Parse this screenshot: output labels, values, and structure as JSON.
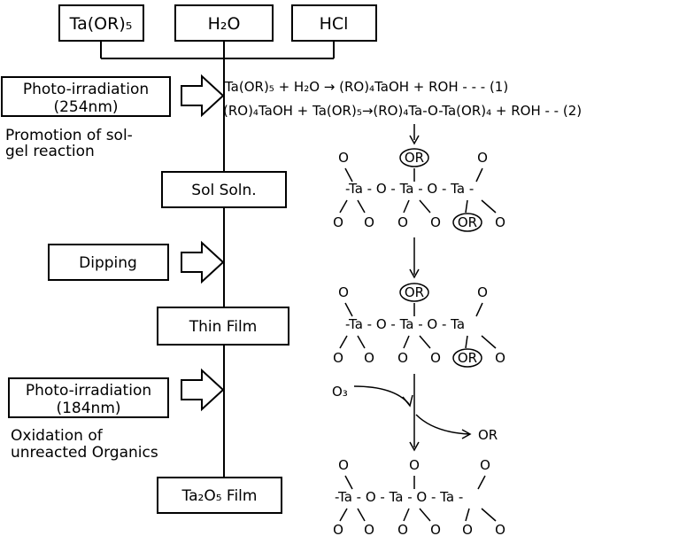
{
  "reagents": {
    "ta": "Ta(OR)₅",
    "water": "H₂O",
    "hcl": "HCl"
  },
  "steps": {
    "photo1_line1": "Photo-irradiation",
    "photo1_line2": "(254nm)",
    "note1_line1": "Promotion of sol-",
    "note1_line2": "gel reaction",
    "sol": "Sol Soln.",
    "dipping": "Dipping",
    "thin_film": "Thin Film",
    "photo2_line1": "Photo-irradiation",
    "photo2_line2": "(184nm)",
    "note2_line1": "Oxidation of",
    "note2_line2": "unreacted Organics",
    "final": "Ta₂O₅ Film"
  },
  "equations": {
    "eq1": "Ta(OR)₅ + H₂O  →  (RO)₄TaOH + ROH - - - (1)",
    "eq2": "(RO)₄TaOH + Ta(OR)₅→(RO)₄Ta-O-Ta(OR)₄ + ROH - - (2)"
  },
  "structure": {
    "ta": "Ta",
    "o": "O",
    "or": "OR",
    "o3": "O₃",
    "bond_h": "–"
  }
}
